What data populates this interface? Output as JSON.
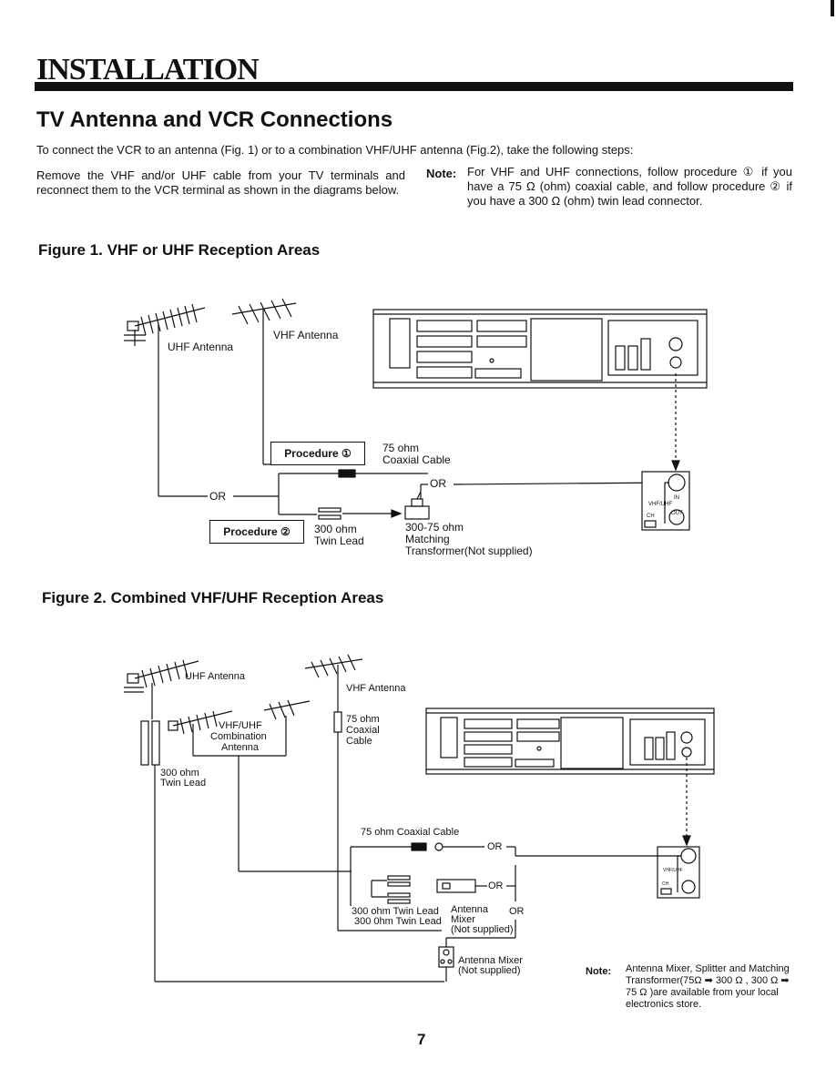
{
  "header": {
    "section": "INSTALLATION"
  },
  "page": {
    "title": "TV Antenna and VCR Connections",
    "intro": "To connect the VCR to an antenna (Fig. 1) or to a combination VHF/UHF antenna (Fig.2), take the following steps:",
    "remove_text": "Remove the VHF and/or UHF cable from your TV terminals and reconnect them to the VCR terminal as shown in the diagrams below.",
    "note_label": "Note:",
    "note_text": "For VHF and UHF connections, follow procedure ① if you have a 75 Ω (ohm) coaxial cable, and follow procedure ② if you have a 300 Ω (ohm) twin lead connector.",
    "page_number": "7"
  },
  "figure1": {
    "heading": "Figure 1. VHF or UHF Reception Areas",
    "uhf_antenna": "UHF Antenna",
    "vhf_antenna": "VHF Antenna",
    "procedure1": "Procedure ①",
    "procedure2": "Procedure ②",
    "coax_line1": "75 ohm",
    "coax_line2": "Coaxial Cable",
    "or_left": "OR",
    "or_mid": "OR",
    "twin_line1": "300 ohm",
    "twin_line2": "Twin Lead",
    "transformer_line1": "300-75 ohm",
    "transformer_line2": "Matching",
    "transformer_line3": "Transformer(Not supplied)",
    "jack_in": "IN",
    "jack_out": "OUT",
    "jack_vhfuhf": "VHF/UHF",
    "jack_ch": "CH"
  },
  "figure2": {
    "heading": "Figure 2. Combined VHF/UHF Reception Areas",
    "uhf_antenna": "UHF Antenna",
    "vhf_antenna": "VHF Antenna",
    "combo_line1": "VHF/UHF",
    "combo_line2": "Combination",
    "combo_line3": "Antenna",
    "twin_line1": "300 ohm",
    "twin_line2": "Twin Lead",
    "coax_line1": "75 ohm",
    "coax_line2": "Coaxial",
    "coax_line3": "Cable",
    "coax_cable_label": "75 ohm Coaxial Cable",
    "or_top": "OR",
    "or_mid": "OR",
    "or_right": "OR",
    "twin_lead_a": "300 ohm Twin Lead",
    "twin_lead_b": "300 0hm Twin Lead",
    "mixer_line1": "Antenna",
    "mixer_line2": "Mixer",
    "mixer_line3": "(Not supplied)",
    "mixer2_line1": "Antenna Mixer",
    "mixer2_line2": "(Not supplied)",
    "jack_vhfuhf": "VHF/UHF",
    "jack_ch": "CH"
  },
  "bottom_note": {
    "label": "Note:",
    "text": "Antenna Mixer, Splitter and Matching Transformer(75Ω ➡ 300 Ω , 300 Ω ➡ 75 Ω )are available from your local electronics store."
  }
}
